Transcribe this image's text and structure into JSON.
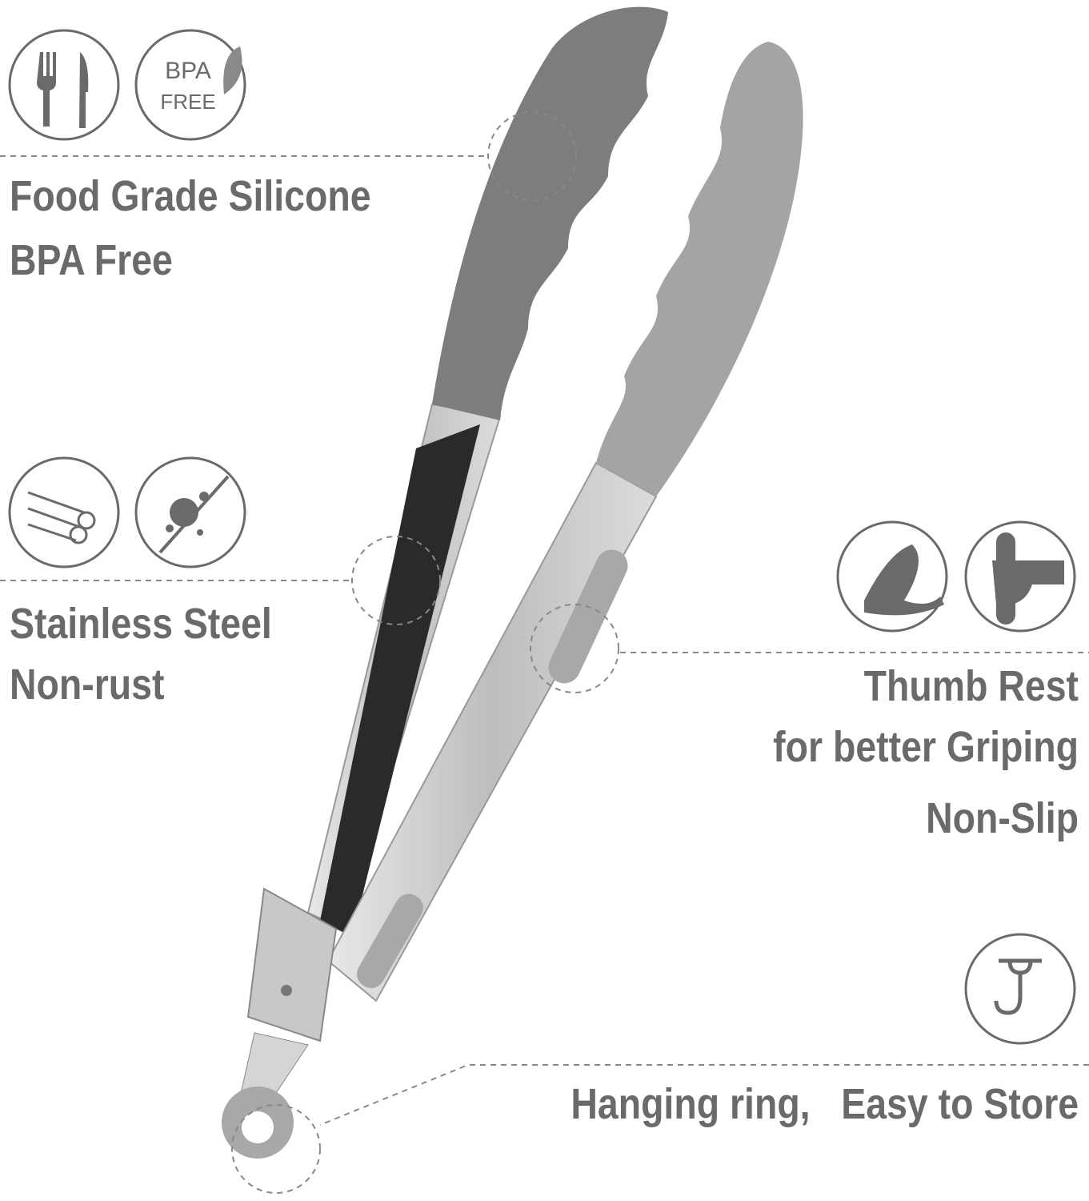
{
  "features": {
    "silicone": {
      "line1": "Food Grade Silicone",
      "line2": "BPA Free",
      "badge_line1": "BPA",
      "badge_line2": "FREE",
      "icons": [
        "fork-knife-icon",
        "bpa-free-leaf-icon"
      ]
    },
    "steel": {
      "line1": "Stainless Steel",
      "line2": "Non-rust",
      "icons": [
        "steel-rods-icon",
        "no-rust-icon"
      ]
    },
    "thumb": {
      "line1": "Thumb Rest",
      "line2": "for better Griping",
      "line3": "Non-Slip",
      "icons": [
        "thumb-icon",
        "grip-hand-icon"
      ]
    },
    "hanging": {
      "label": "Hanging ring,   Easy to Store",
      "icons": [
        "hook-icon"
      ]
    }
  },
  "colors": {
    "text": "#6a6a6a",
    "silicone_dark": "#7b7b7b",
    "silicone_light": "#a3a3a3",
    "steel": "#cfcfcf"
  }
}
